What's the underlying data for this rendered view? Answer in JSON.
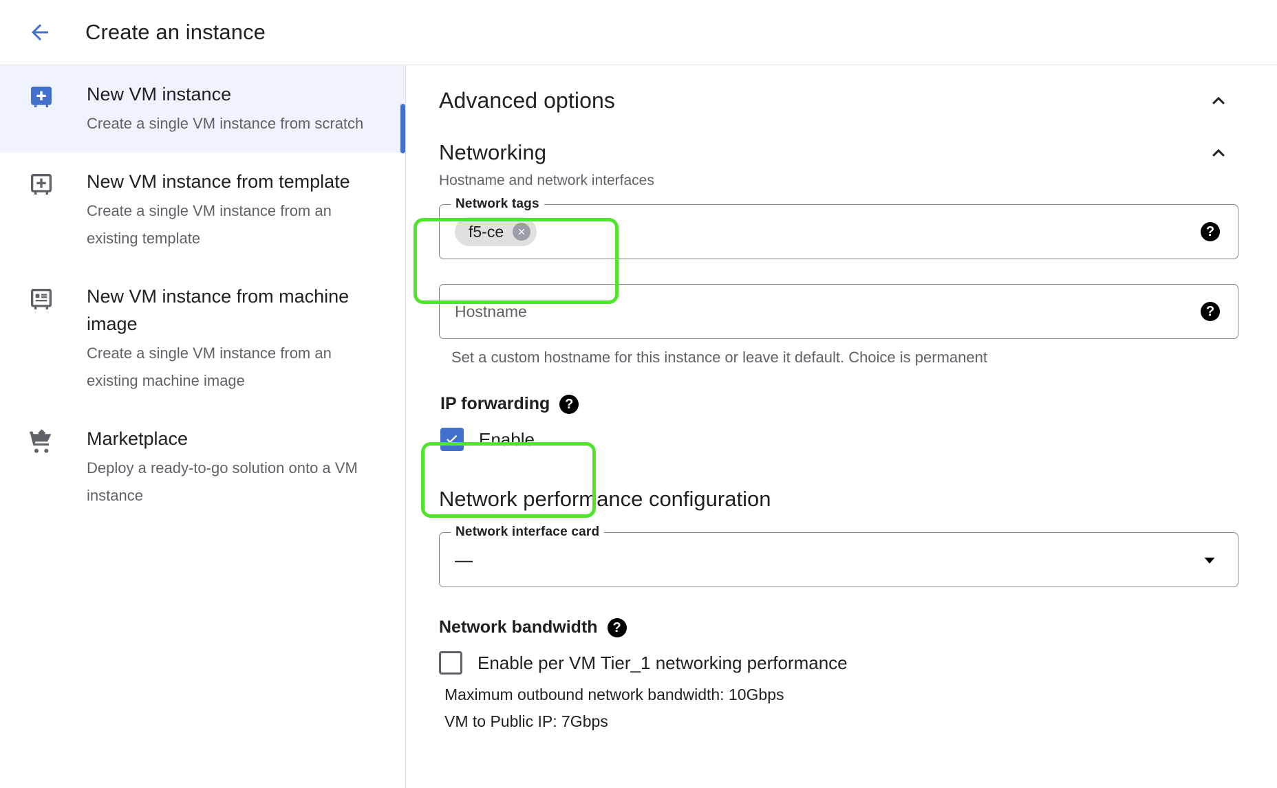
{
  "header": {
    "back_icon": "arrow-left-icon",
    "title": "Create an instance"
  },
  "sidebar": {
    "items": [
      {
        "icon": "vm-instance-add-icon",
        "label": "New VM instance",
        "desc": "Create a single VM instance from scratch",
        "selected": true
      },
      {
        "icon": "vm-template-add-icon",
        "label": "New VM instance from template",
        "desc": "Create a single VM instance from an existing template",
        "selected": false
      },
      {
        "icon": "machine-image-icon",
        "label": "New VM instance from machine image",
        "desc": "Create a single VM instance from an existing machine image",
        "selected": false
      },
      {
        "icon": "shopping-cart-icon",
        "label": "Marketplace",
        "desc": "Deploy a ready-to-go solution onto a VM instance",
        "selected": false
      }
    ]
  },
  "main": {
    "advanced_options": {
      "title": "Advanced options",
      "collapse_icon": "chevron-up-icon"
    },
    "networking": {
      "title": "Networking",
      "collapse_icon": "chevron-up-icon",
      "subtitle": "Hostname and network interfaces",
      "network_tags": {
        "legend": "Network tags",
        "chips": [
          "f5-ce"
        ],
        "remove_icon": "close-circle-icon",
        "help_icon": "help-icon"
      },
      "hostname": {
        "placeholder": "Hostname",
        "value": "",
        "help_icon": "help-icon",
        "helper": "Set a custom hostname for this instance or leave it default. Choice is permanent"
      },
      "ip_forwarding": {
        "label": "IP forwarding",
        "help_icon": "help-icon",
        "checkbox_label": "Enable",
        "checked": true
      }
    },
    "network_performance": {
      "title": "Network performance configuration",
      "nic": {
        "legend": "Network interface card",
        "value": "—",
        "dropdown_icon": "caret-down-icon"
      },
      "bandwidth": {
        "label": "Network bandwidth",
        "help_icon": "help-icon",
        "checkbox_label": "Enable per VM Tier_1 networking performance",
        "checked": false,
        "note_max": "Maximum outbound network bandwidth: 10Gbps",
        "note_public": "VM to Public IP: 7Gbps"
      }
    }
  },
  "annotations": {
    "highlight_color": "#4ee52b",
    "boxes": [
      "network-tags-highlight",
      "ip-forwarding-highlight"
    ]
  },
  "colors": {
    "accent_blue": "#4271cd",
    "selected_row_bg": "#eef3fd",
    "muted_text": "#5f6368"
  }
}
